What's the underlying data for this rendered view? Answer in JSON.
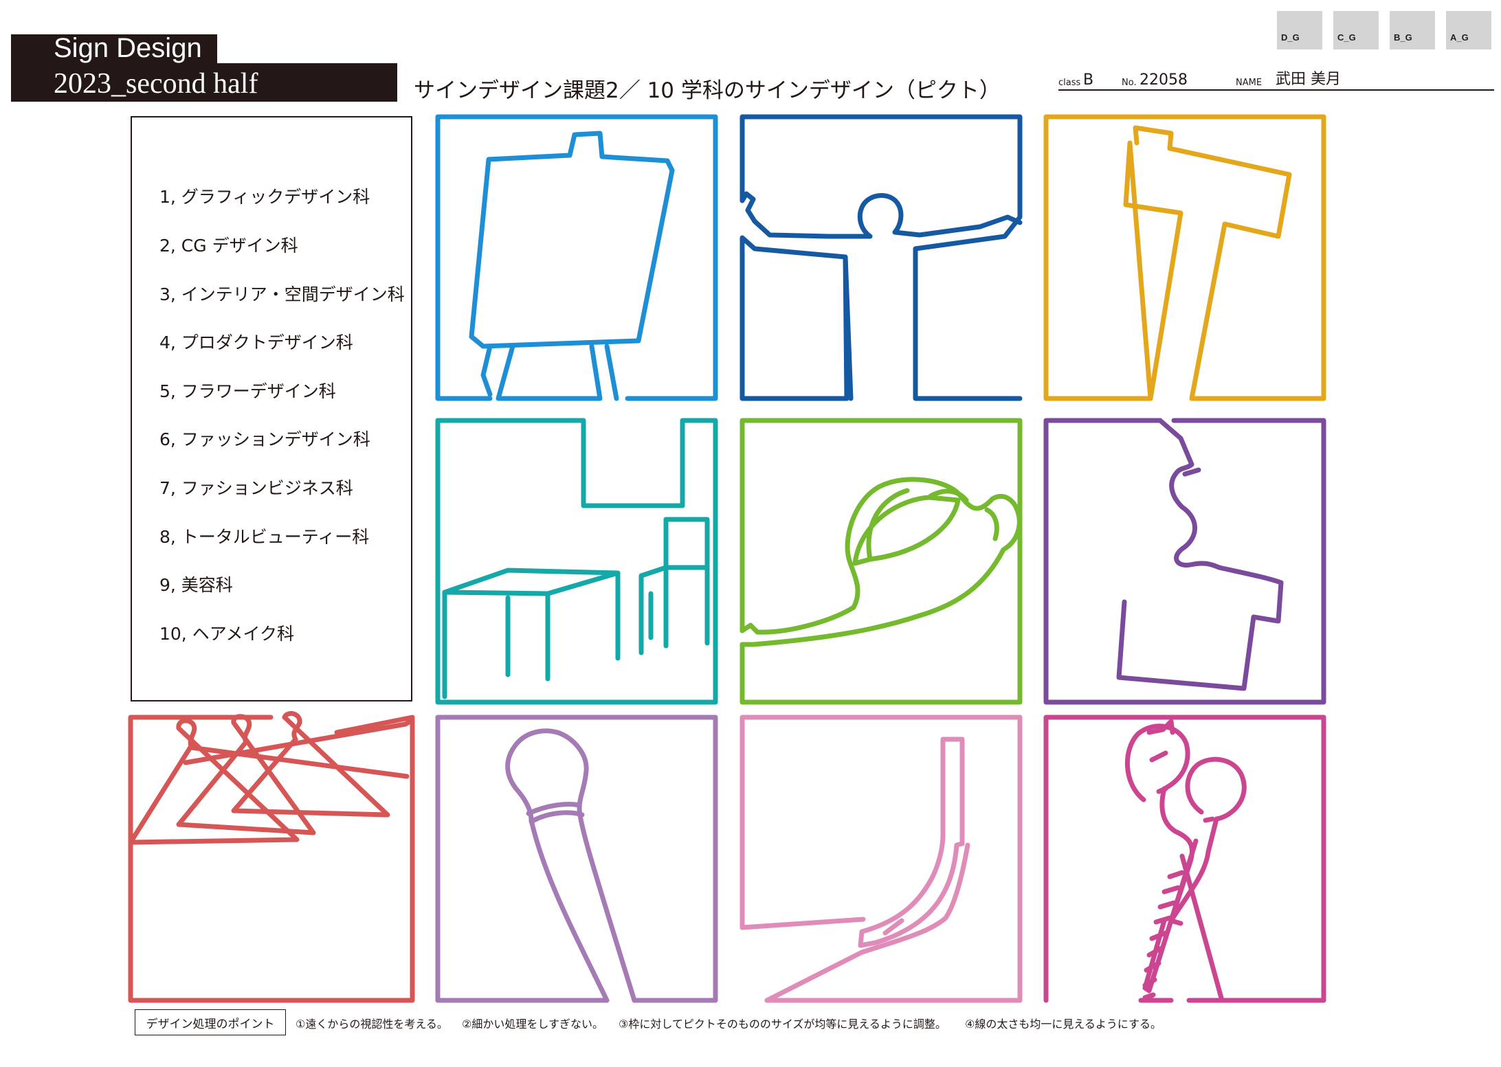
{
  "header": {
    "badge_line1": "Sign Design",
    "badge_line2": "2023_second half",
    "assignment_title": "サインデザイン課題2／ 10 学科のサインデザイン（ピクト）",
    "grades": [
      "D_G",
      "C_G",
      "B_G",
      "A_G"
    ]
  },
  "student": {
    "class_label": "class",
    "class_value": "B",
    "no_label": "No.",
    "no_value": "22058",
    "name_label": "NAME",
    "name_value": "武田 美月"
  },
  "departments": [
    "1, グラフィックデザイン科",
    "2, CG デザイン科",
    "3, インテリア・空間デザイン科",
    "4, プロダクトデザイン科",
    "5, フラワーデザイン科",
    "6, ファッションデザイン科",
    "7, ファションビジネス科",
    "8, トータルビューティー科",
    "9, 美容科",
    "10,  ヘアメイク科"
  ],
  "pictograms": [
    {
      "icon": "easel-icon",
      "color": "#1f8fd5"
    },
    {
      "icon": "person-arms-out-icon",
      "color": "#1559a3"
    },
    {
      "icon": "hammer-icon",
      "color": "#e4a71c"
    },
    {
      "icon": "table-chair-icon",
      "color": "#14a8a8"
    },
    {
      "icon": "watering-can-icon",
      "color": "#74b92e"
    },
    {
      "icon": "dress-form-icon",
      "color": "#7a4a9c"
    },
    {
      "icon": "clothes-hangers-icon",
      "color": "#d65656"
    },
    {
      "icon": "makeup-brush-icon",
      "color": "#a57bb5"
    },
    {
      "icon": "hair-iron-icon",
      "color": "#e08cb9"
    },
    {
      "icon": "scissors-comb-icon",
      "color": "#cc4590"
    }
  ],
  "footer": {
    "label": "デザイン処理のポイント",
    "points": [
      "①遠くからの視認性を考える。",
      "②細かい処理をしすぎない。",
      "③枠に対してピクトそのもののサイズが均等に見えるように調整。",
      "④線の太さも均一に見えるようにする。"
    ]
  }
}
